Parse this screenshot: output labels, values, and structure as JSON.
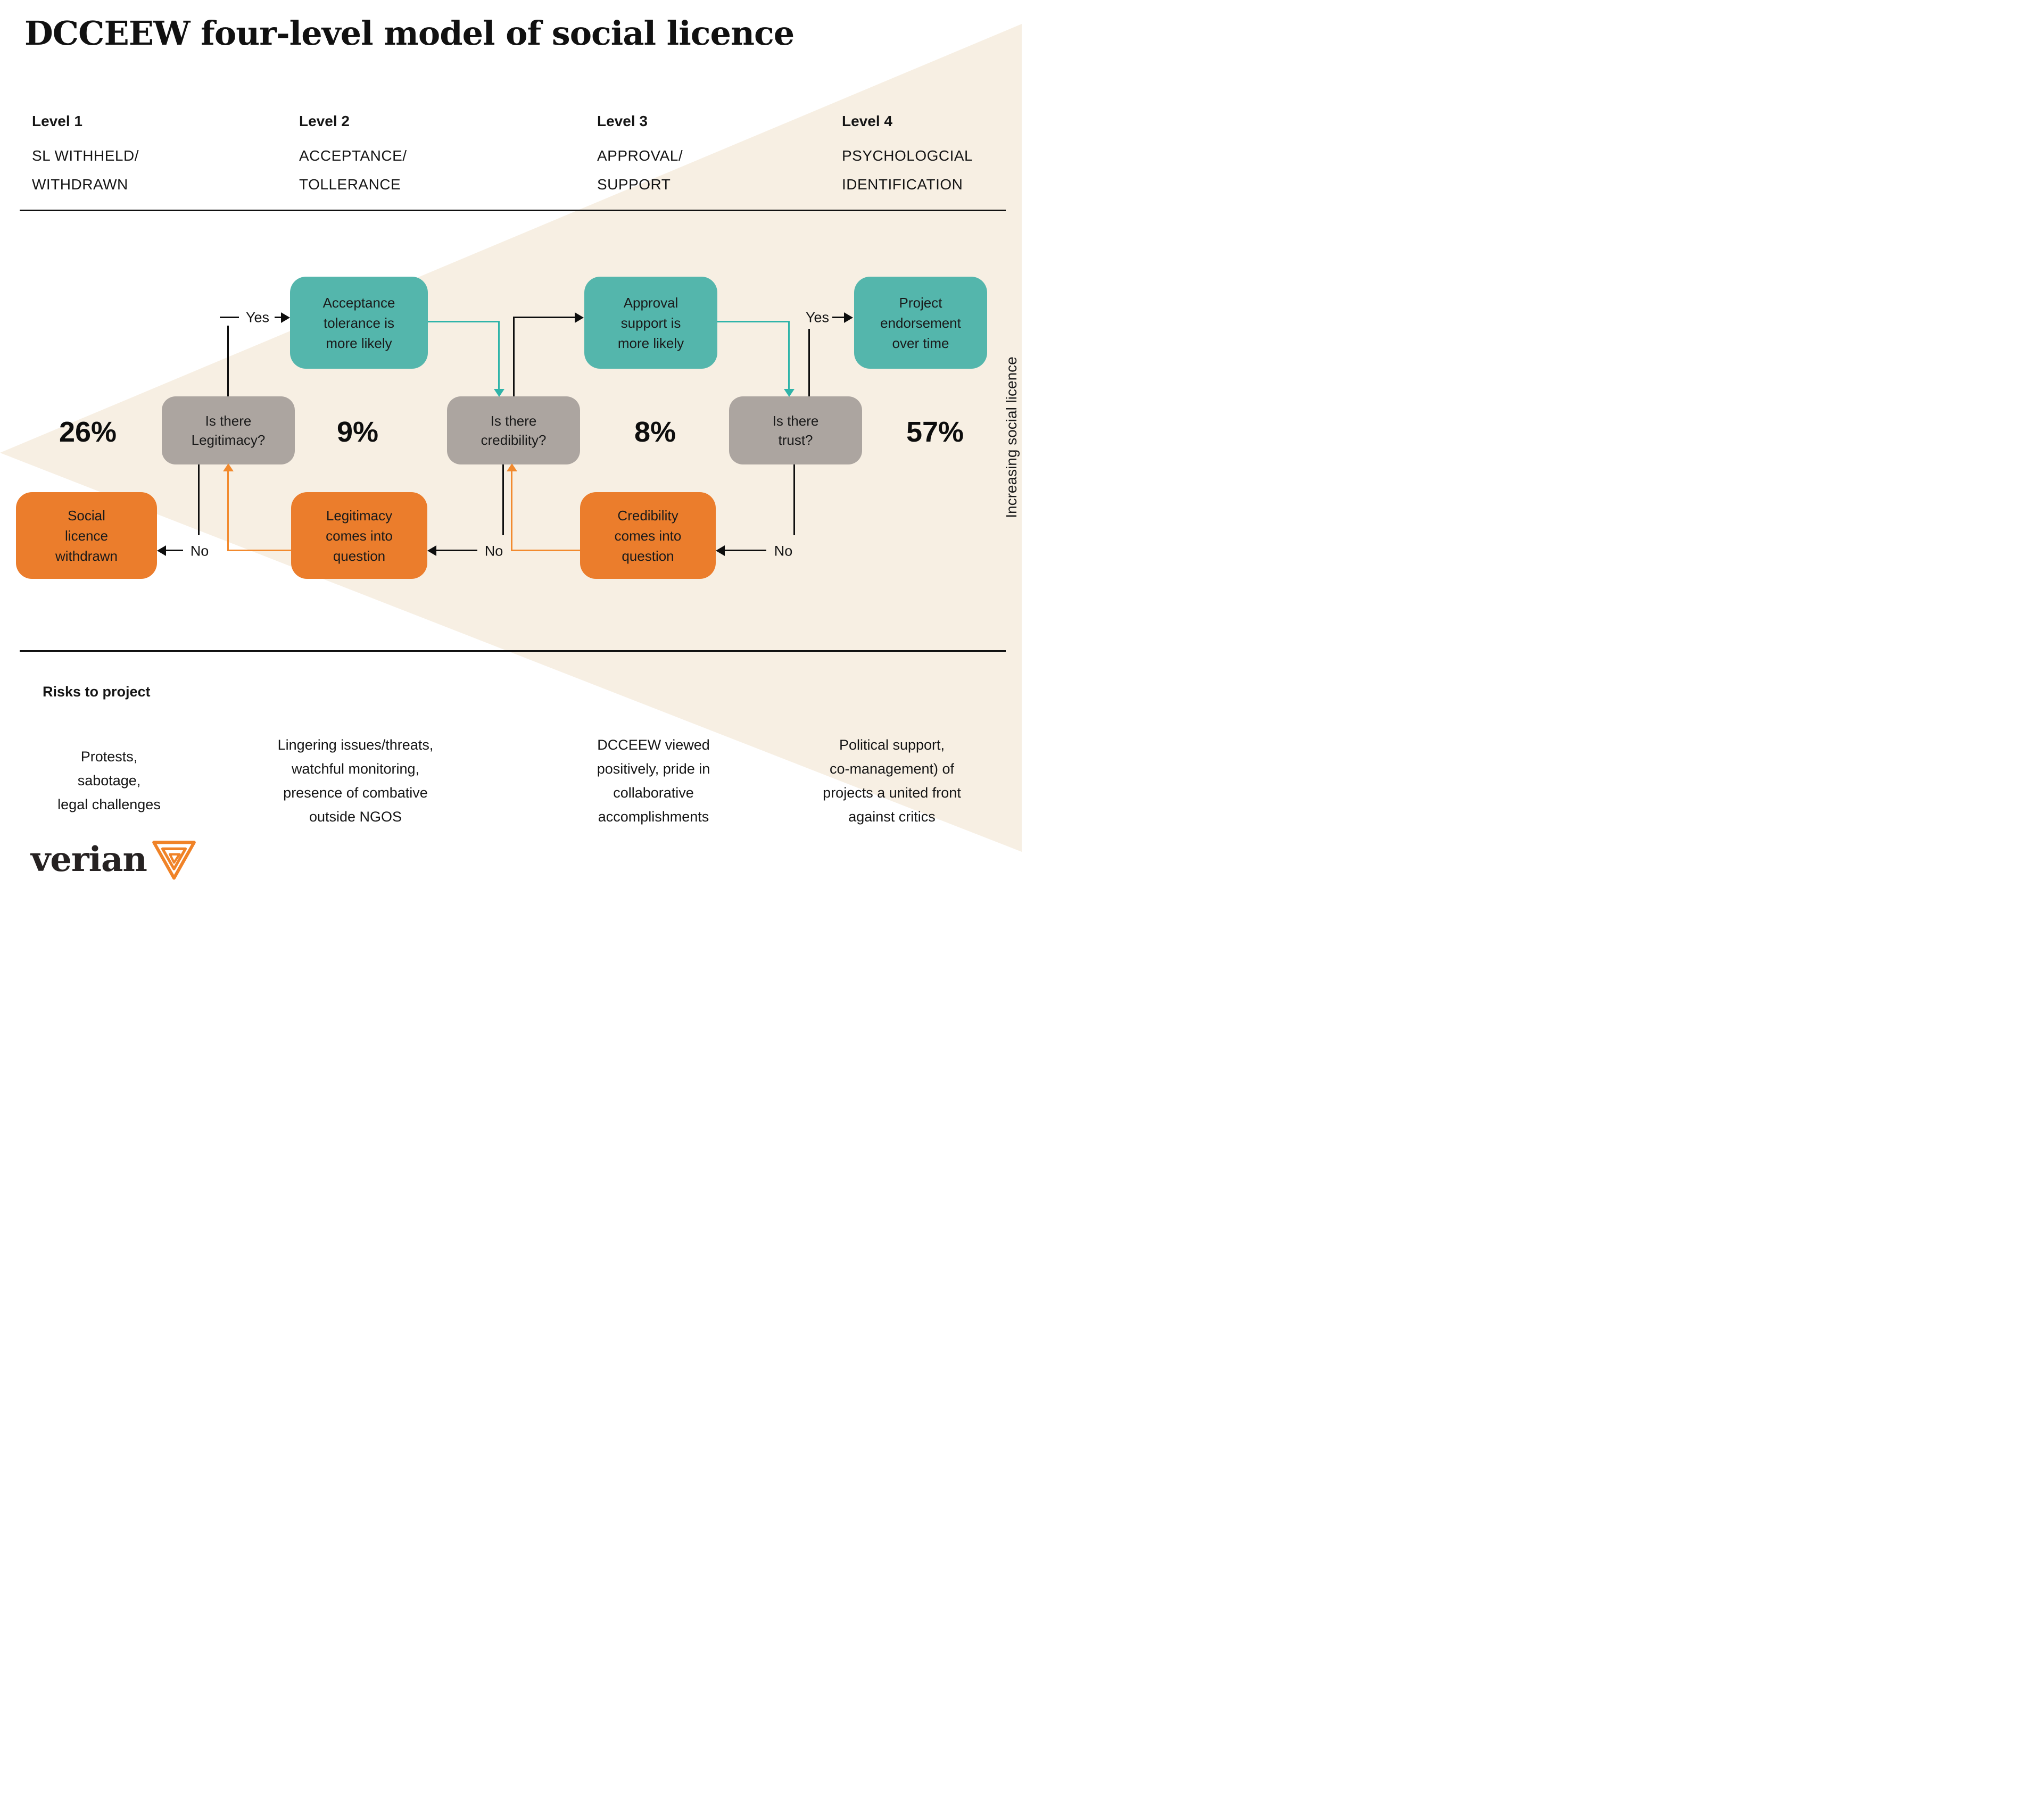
{
  "header": {
    "title": "DCCEEW four-level model of social licence"
  },
  "levels": [
    {
      "label": "Level 1",
      "line1": "SL WITHHELD/",
      "line2": "WITHDRAWN"
    },
    {
      "label": "Level 2",
      "line1": "ACCEPTANCE/",
      "line2": "TOLLERANCE"
    },
    {
      "label": "Level 3",
      "line1": "APPROVAL/",
      "line2": "SUPPORT"
    },
    {
      "label": "Level 4",
      "line1": "PSYCHOLOGCIAL",
      "line2": "IDENTIFICATION"
    }
  ],
  "flow": {
    "outcome_boxes": [
      {
        "lines": [
          "Acceptance",
          "tolerance is",
          "more likely"
        ]
      },
      {
        "lines": [
          "Approval",
          "support is",
          "more likely"
        ]
      },
      {
        "lines": [
          "Project",
          "endorsement",
          "over time"
        ]
      }
    ],
    "decision_boxes": [
      {
        "lines": [
          "Is there",
          "Legitimacy?"
        ]
      },
      {
        "lines": [
          "Is there",
          "credibility?"
        ]
      },
      {
        "lines": [
          "Is there",
          "trust?"
        ]
      }
    ],
    "risk_boxes": [
      {
        "lines": [
          "Social",
          "licence",
          "withdrawn"
        ]
      },
      {
        "lines": [
          "Legitimacy",
          "comes into",
          "question"
        ]
      },
      {
        "lines": [
          "Credibility",
          "comes into",
          "question"
        ]
      }
    ],
    "yes_labels": [
      "Yes",
      "Yes"
    ],
    "no_labels": [
      "No",
      "No",
      "No"
    ],
    "stats": [
      "26%",
      "9%",
      "8%",
      "57%"
    ]
  },
  "axis": {
    "label": "Increasing social licence"
  },
  "risks": {
    "header": "Risks to project",
    "columns": [
      {
        "lines": [
          "Protests,",
          "sabotage,",
          "legal challenges"
        ]
      },
      {
        "lines": [
          "Lingering issues/threats,",
          "watchful monitoring,",
          "presence of combative",
          "outside NGOS"
        ]
      },
      {
        "lines": [
          "DCCEEW viewed",
          "positively, pride in",
          "collaborative",
          "accomplishments"
        ]
      },
      {
        "lines": [
          "Political support,",
          "co-management) of",
          "projects a united front",
          "against critics"
        ]
      }
    ]
  },
  "footer": {
    "brand": "verian"
  },
  "colors": {
    "teal": "#54B6AC",
    "teal_line": "#2FB4A9",
    "orange": "#EB7D2C",
    "orange_line": "#F28A2E",
    "gray": "#ACA5A0",
    "beige": "#F7EFE3",
    "ink": "#121212"
  }
}
